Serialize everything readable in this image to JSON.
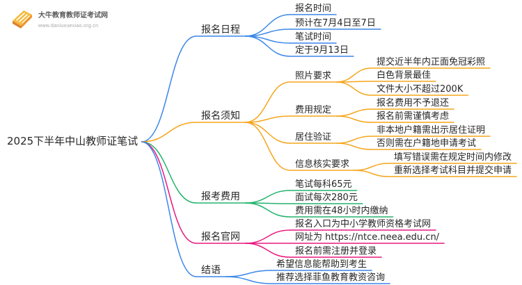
{
  "logo": {
    "icon": "book-logo-icon",
    "title": "大牛教育教师证考试网",
    "url": "www.daniuxuexiao.org.cn"
  },
  "colors": {
    "text": "#262626",
    "logo_primary": "#f7b32b",
    "logo_shade": "#e8891a"
  },
  "mindmap": {
    "root": "2025下半年中山教师证笔试",
    "branches": [
      {
        "label": "报名日程",
        "color": "#3a86e8",
        "children": [
          {
            "label": "报名时间"
          },
          {
            "label": "预计在7月4日至7日"
          },
          {
            "label": "笔试时间"
          },
          {
            "label": "定于9月13日"
          }
        ]
      },
      {
        "label": "报名须知",
        "color": "#f5a51c",
        "children": [
          {
            "label": "照片要求",
            "children": [
              {
                "label": "提交近半年内正面免冠彩照"
              },
              {
                "label": "白色背景最佳"
              },
              {
                "label": "文件大小不超过200K"
              }
            ]
          },
          {
            "label": "费用规定",
            "children": [
              {
                "label": "报名费用不予退还"
              },
              {
                "label": "报名前需谨慎考虑"
              }
            ]
          },
          {
            "label": "居住验证",
            "children": [
              {
                "label": "非本地户籍需出示居住证明"
              },
              {
                "label": "否则需在户籍地申请考试"
              }
            ]
          },
          {
            "label": "信息核实要求",
            "children": [
              {
                "label": "填写错误需在规定时间内修改"
              },
              {
                "label": "重新选择考试科目并提交申请"
              }
            ]
          }
        ]
      },
      {
        "label": "报考费用",
        "color": "#23b26d",
        "children": [
          {
            "label": "笔试每科65元"
          },
          {
            "label": "面试每次280元"
          },
          {
            "label": "费用需在48小时内缴纳"
          }
        ]
      },
      {
        "label": "报名官网",
        "color": "#e8197f",
        "children": [
          {
            "label": "报名入口为中小学教师资格考试网"
          },
          {
            "label": "网址为 https://ntce.neea.edu.cn/"
          },
          {
            "label": "报名前需注册并登录"
          }
        ]
      },
      {
        "label": "结语",
        "color": "#3a86e8",
        "children": [
          {
            "label": "希望信息能帮助到考生"
          },
          {
            "label": "推荐选择菲鱼教育教资咨询"
          }
        ]
      }
    ]
  }
}
